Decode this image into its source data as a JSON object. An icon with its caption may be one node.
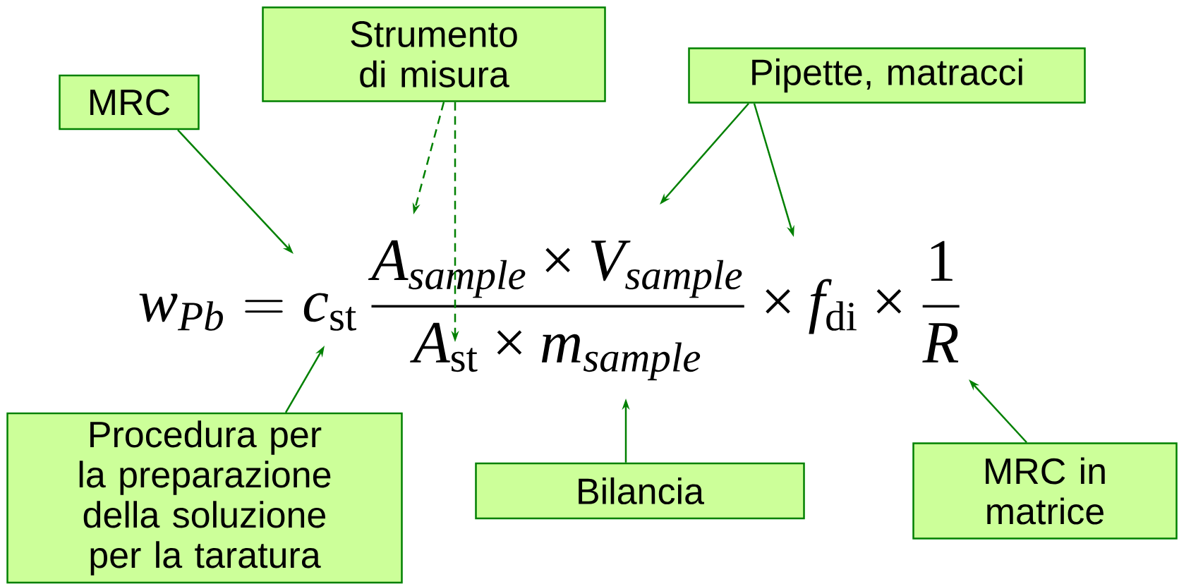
{
  "diagram": {
    "nodes": [
      {
        "text": [
          "MRC"
        ]
      },
      {
        "text": [
          "Strumento di misura"
        ]
      },
      {
        "text": [
          "Pipette, matracci"
        ]
      },
      {
        "text": [
          "Procedura per la preparazione della soluzione per la taratura"
        ]
      },
      {
        "text": [
          "Bilancia"
        ]
      },
      {
        "text": [
          "MRC in matrice"
        ]
      },
      {
        "text": [
          "\\mathit{w}_{\\mathit{Pb}} = \\mathit{c}_{\\mathrm{st}}\\,\\frac{\\mathit{A}_{\\mathit{sample}} \\mathbin{\\text{×}} \\mathit{V}_{\\mathit{sample}}}{\\mathit{A}_{\\mathrm{st}} \\mathbin{\\text{×}} \\mathit{m}_{\\mathit{sample}}} \\mathbin{\\text{×}} \\mathit{f}_{\\mathrm{di}} \\mathbin{\\text{×}} \\frac{\\mathrm{1}}{\\mathit{R}}"
        ]
      }
    ],
    "edges": [
      {
        "from": 0,
        "to": 6,
        "arrow": "to"
      },
      {
        "from": 1,
        "to": 6,
        "arrow": "to",
        "style": "dashed"
      },
      {
        "from": 1,
        "to": 6,
        "arrow": "to",
        "style": "dashed"
      },
      {
        "from": 2,
        "to": 6,
        "arrow": "to"
      },
      {
        "from": 2,
        "to": 6,
        "arrow": "to"
      },
      {
        "from": 3,
        "to": 6,
        "arrow": "to"
      },
      {
        "from": 4,
        "to": 6,
        "arrow": "to"
      },
      {
        "from": 5,
        "to": 6,
        "arrow": "to"
      }
    ]
  }
}
